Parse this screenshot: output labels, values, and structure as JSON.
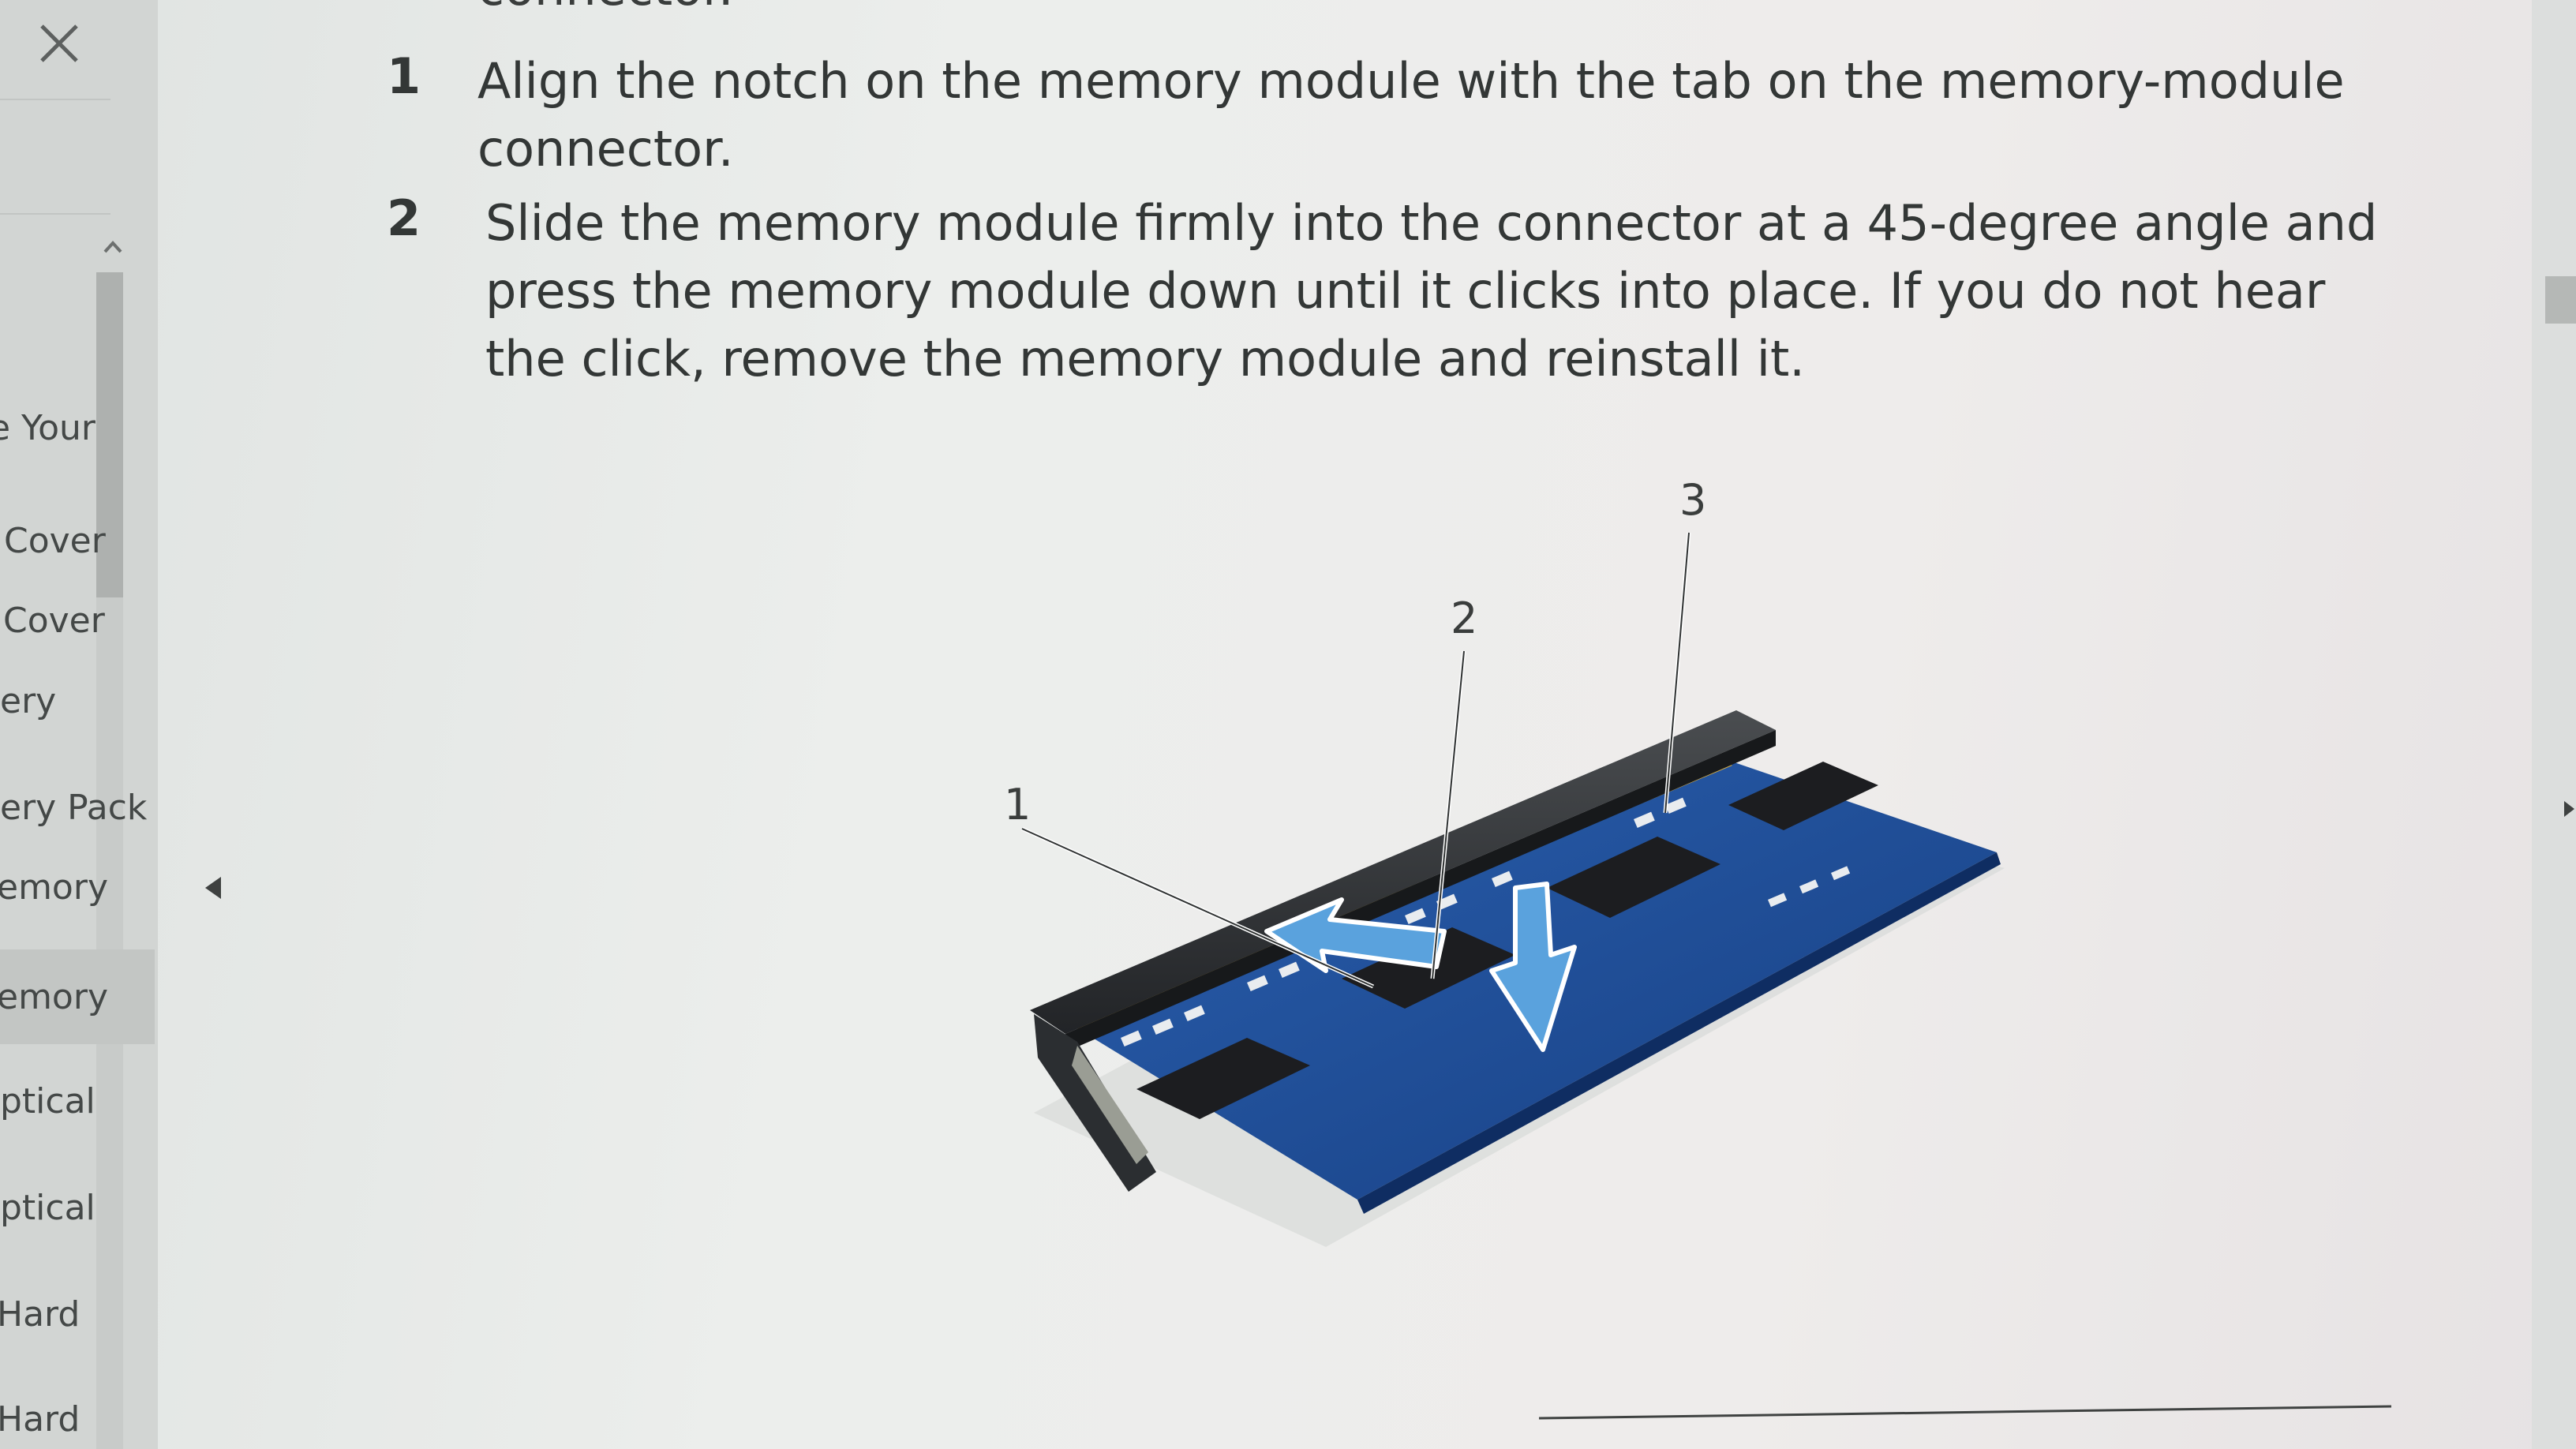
{
  "content": {
    "previous_heading_tail": "connector.",
    "steps": [
      {
        "number": "1",
        "text": "Align the notch on the memory module with the tab on the memory-module connector."
      },
      {
        "number": "2",
        "text": "Slide the memory module firmly into the connector at a 45-degree angle and press the memory module down until it clicks into place. If you do not hear the click, remove the memory module and reinstall it."
      }
    ],
    "figure": {
      "callouts": [
        "1",
        "2",
        "3"
      ],
      "colors": {
        "board": "#1f4f9a",
        "connector": "#2f3235",
        "arrow": "#5aa2dd",
        "chip": "#1c1d20"
      }
    }
  },
  "sidebar": {
    "items": [
      {
        "label": "e Your"
      },
      {
        "label": "Cover"
      },
      {
        "label": "Cover"
      },
      {
        "label": "ery"
      },
      {
        "label": "ery Pack"
      },
      {
        "label": "emory"
      },
      {
        "label": "emory",
        "selected": true
      },
      {
        "label": "ptical"
      },
      {
        "label": "ptical"
      },
      {
        "label": "Hard"
      },
      {
        "label": "Hard"
      }
    ]
  },
  "icons": {
    "close": "close-icon",
    "scroll_up": "chevron-up-icon",
    "collapse": "triangle-left-icon",
    "expand": "triangle-right-icon"
  }
}
